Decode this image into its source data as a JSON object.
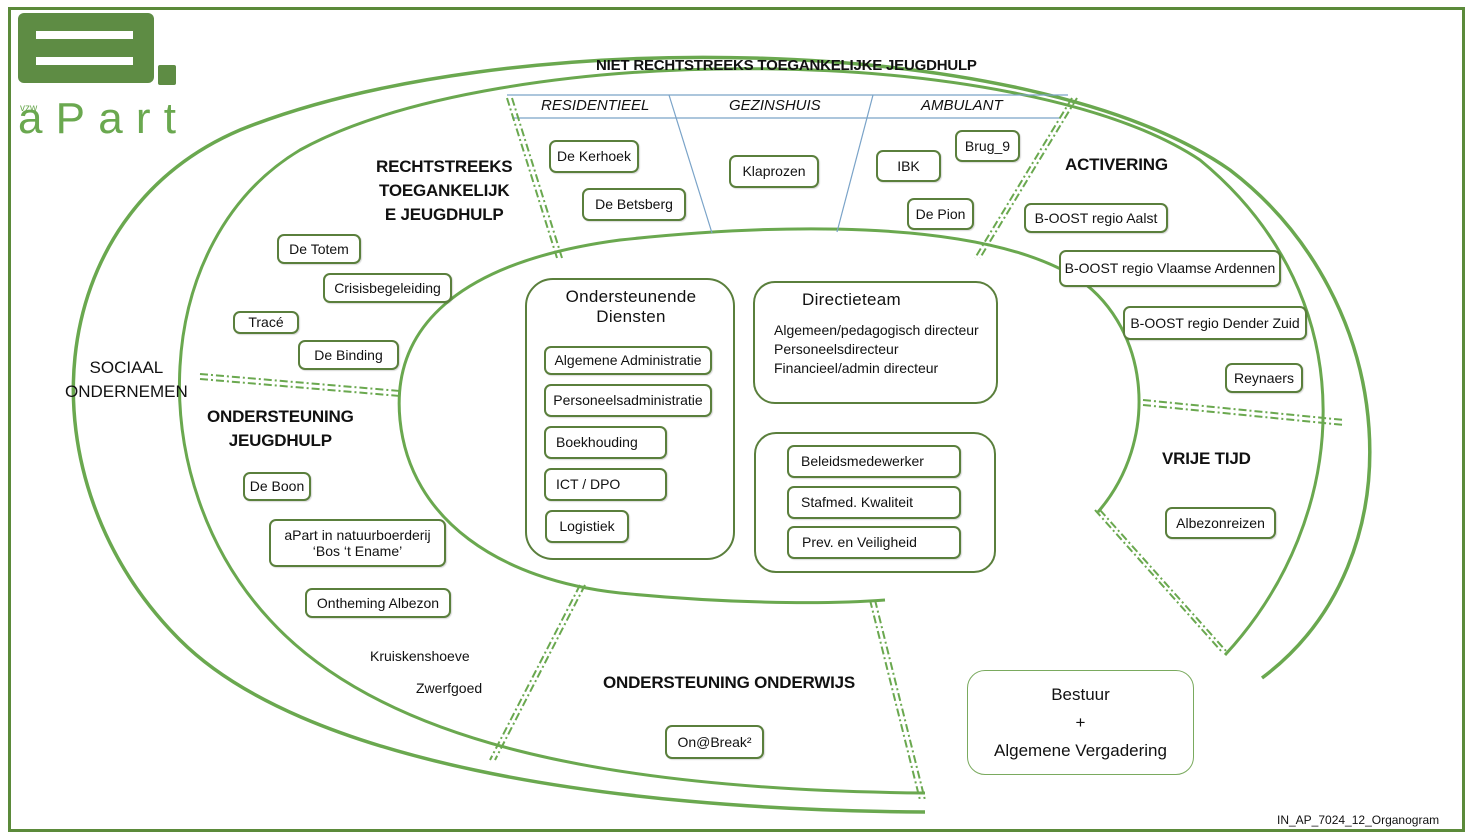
{
  "logo": {
    "prefix": "vzw",
    "name": "aPart",
    "mark": "a."
  },
  "colors": {
    "accent": "#6aa84f",
    "border": "#5a7f3c",
    "divider": "#7aa3c8",
    "frame": "#5b8a3a"
  },
  "rings": {
    "outer": {
      "label": "SOCIAAL ONDERNEMEN",
      "line1": "SOCIAAL",
      "line2": "ONDERNEMEN"
    },
    "top": {
      "heading": "NIET RECHTSTREEKS TOEGANKELIJKE JEUGDHULP",
      "columns": [
        "RESIDENTIEEL",
        "GEZINSHUIS",
        "AMBULANT"
      ],
      "residentieel": [
        "De Kerhoek",
        "De Betsberg"
      ],
      "gezinshuis": [
        "Klaprozen"
      ],
      "ambulant": [
        "IBK",
        "Brug_9",
        "De Pion"
      ]
    }
  },
  "sectors": {
    "rechtstreeks": {
      "line1": "RECHTSTREEKS",
      "line2": "TOEGANKELIJK",
      "line3": "E JEUGDHULP",
      "items": [
        "De Totem",
        "Crisisbegeleiding",
        "Tracé",
        "De Binding"
      ]
    },
    "ondersteuning_jeugdhulp": {
      "line1": "ONDERSTEUNING",
      "line2": "JEUGDHULP",
      "items": [
        "De Boon",
        "aPart in natuurboerderij",
        "‘Bos ‘t Ename’",
        "Ontheming Albezon"
      ],
      "plain_items": [
        "Kruiskenshoeve",
        "Zwerfgoed"
      ]
    },
    "activering": {
      "heading": "ACTIVERING",
      "items": [
        "B-OOST regio Aalst",
        "B-OOST regio Vlaamse Ardennen",
        "B-OOST regio Dender Zuid",
        "Reynaers"
      ]
    },
    "vrije_tijd": {
      "heading": "VRIJE TIJD",
      "items": [
        "Albezonreizen"
      ]
    },
    "ondersteuning_onderwijs": {
      "heading": "ONDERSTEUNING ONDERWIJS",
      "items": [
        "On@Break²"
      ]
    }
  },
  "core": {
    "ondersteunende_diensten": {
      "line1": "Ondersteunende",
      "line2": "Diensten",
      "items": [
        "Algemene Administratie",
        "Personeelsadministratie",
        "Boekhouding",
        "ICT / DPO",
        "Logistiek"
      ]
    },
    "directieteam": {
      "title": "Directieteam",
      "members": [
        "Algemeen/pedagogisch directeur",
        "Personeelsdirecteur",
        "Financieel/admin directeur"
      ]
    },
    "staf": {
      "items": [
        "Beleidsmedewerker",
        "Stafmed. Kwaliteit",
        "Prev. en Veiligheid"
      ]
    }
  },
  "bestuur": {
    "line1": "Bestuur",
    "line2": "+",
    "line3": "Algemene Vergadering"
  },
  "footer": {
    "doc_code": "IN_AP_7024_12_Organogram"
  }
}
